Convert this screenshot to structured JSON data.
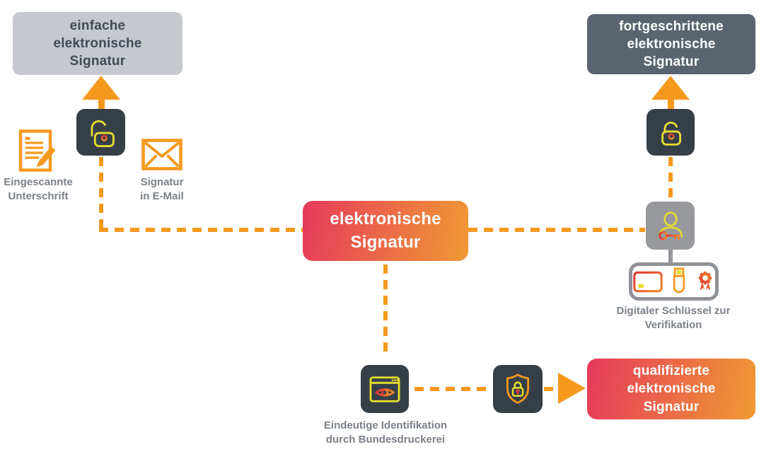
{
  "colors": {
    "orange": "#F5991D",
    "yellow": "#E6DE2E",
    "red": "#E0393B",
    "dark_box": "#363F48",
    "light_box": "#C5C8CC",
    "slate_box": "#5A6470",
    "silver_box": "#97999D",
    "card_border": "#8F9296",
    "label_text": "#7B8188",
    "dark_text": "#414B56",
    "gradient_from": "#E63A5C",
    "gradient_to": "#F09A33",
    "icon_grad_from": "#E03238",
    "icon_grad_to": "#F08C28"
  },
  "nodes": {
    "center": {
      "label": "elektronische\nSignatur"
    },
    "simple": {
      "label": "einfache\nelektronische\nSignatur"
    },
    "advanced": {
      "label": "fortgeschrittene\nelektronische\nSignatur"
    },
    "qualified": {
      "label": "qualifizierte\nelektronische\nSignatur"
    }
  },
  "captions": {
    "scanned_signature": "Eingescannte\nUnterschrift",
    "signature_in_email": "Signatur\nin E-Mail",
    "digital_key": "Digitaler Schlüssel zur\nVerifikation",
    "unique_identification": "Eindeutige Identifikation\ndurch Bundesdruckerei"
  },
  "icons": {
    "simple_branch": "open-lock-icon",
    "advanced_branch": "open-lock-icon",
    "scanned_signature": "document-pen-icon",
    "signature_in_email": "envelope-icon",
    "identity": "person-key-icon",
    "digital_key_items": [
      "credit-card-icon",
      "usb-stick-icon",
      "certificate-badge-icon"
    ],
    "identification": "browser-eye-icon",
    "security": "shield-lock-icon"
  }
}
